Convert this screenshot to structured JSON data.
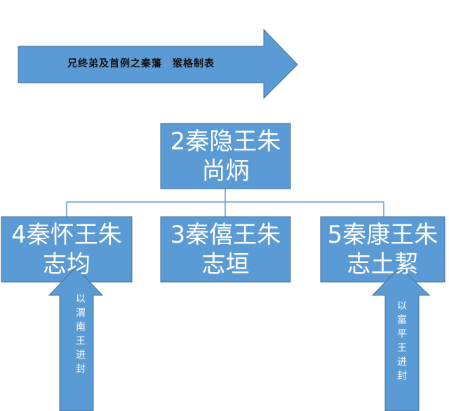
{
  "banner": {
    "text": "兄终弟及首例之秦藩　猴格制表"
  },
  "tree": {
    "root": {
      "line1": "2秦隐王朱",
      "line2": "尚炳"
    },
    "children": [
      {
        "line1": "4秦怀王朱",
        "line2": "志均"
      },
      {
        "line1": "3秦僖王朱",
        "line2": "志垣"
      },
      {
        "line1": "5秦康王朱",
        "line2": "志土絜"
      }
    ]
  },
  "notes": {
    "left": "以渭南王进封",
    "right": "以富平王进封"
  },
  "colors": {
    "fill": "#5b9bd5",
    "stroke": "#41719c",
    "connector": "#5b9bd5",
    "text": "#ffffff"
  }
}
